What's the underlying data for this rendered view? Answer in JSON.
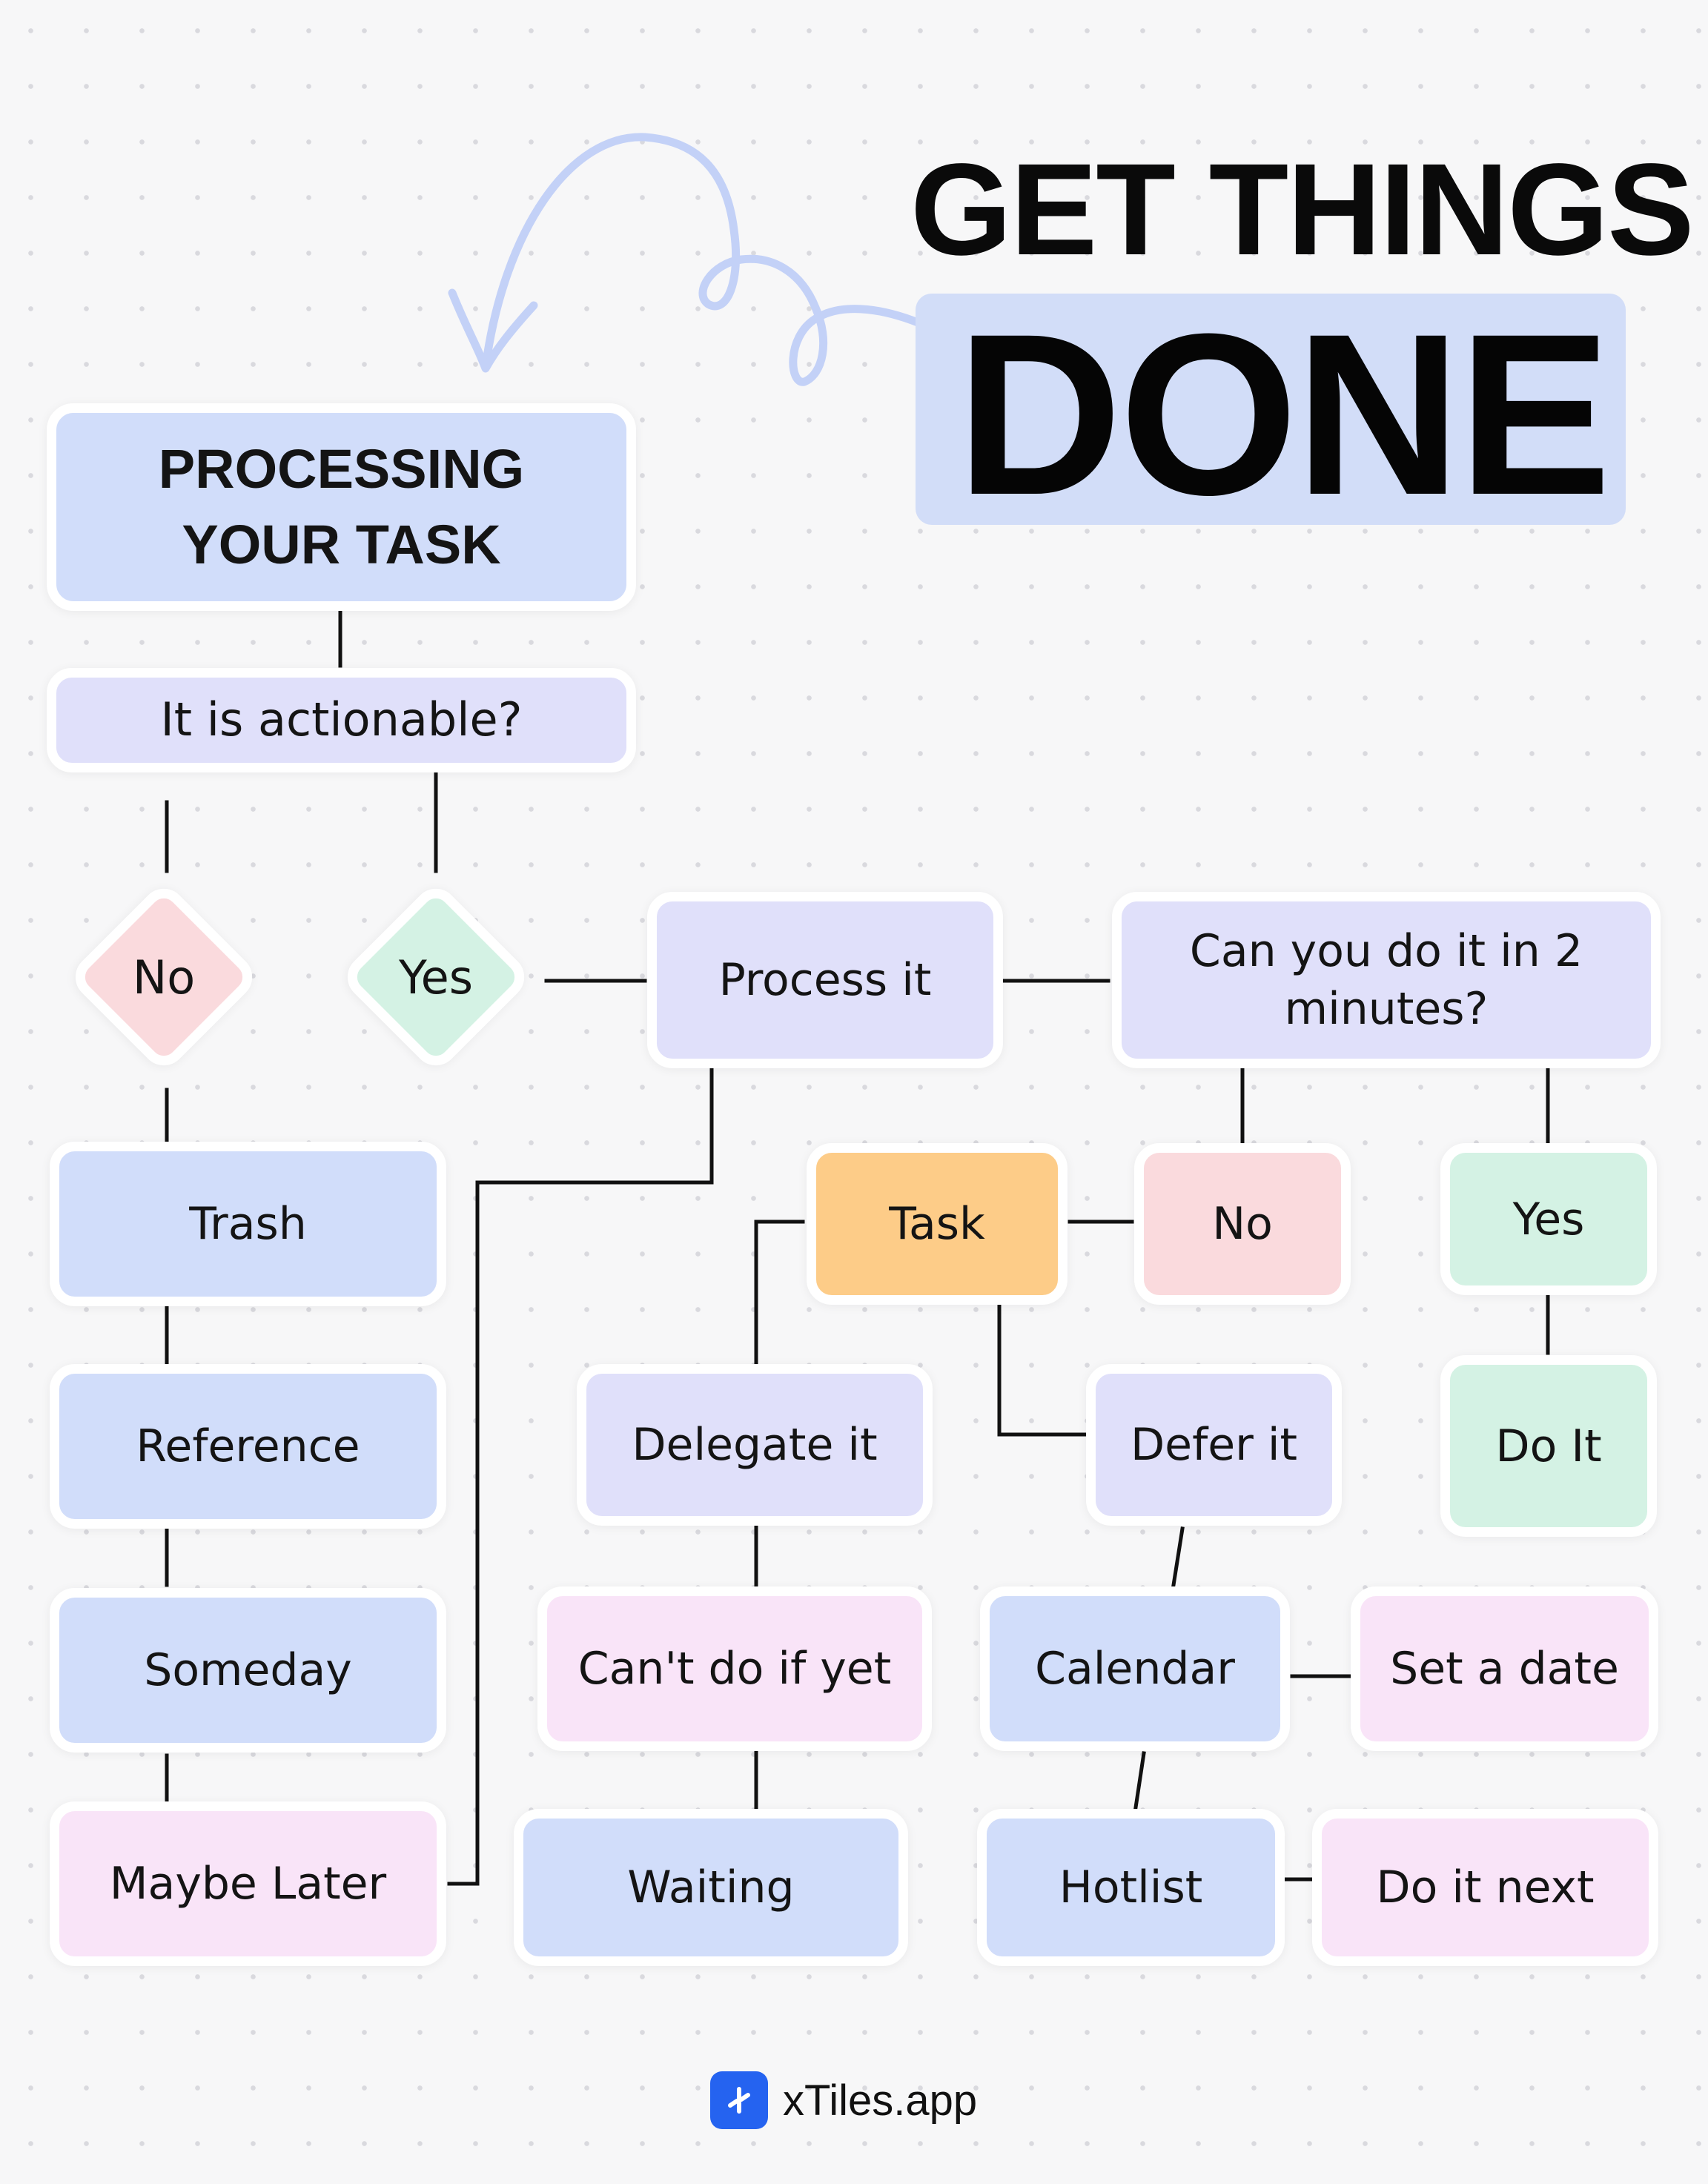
{
  "title": {
    "line1": "GET THINGS",
    "line2": "DONE"
  },
  "nodes": {
    "processing_task": "PROCESSING YOUR TASK",
    "actionable": "It is actionable?",
    "no_1": "No",
    "yes_1": "Yes",
    "process_it": "Process it",
    "two_minutes": "Can you do it in 2 minutes?",
    "trash": "Trash",
    "reference": "Reference",
    "someday": "Someday",
    "maybe_later": "Maybe Later",
    "task": "Task",
    "no_2": "No",
    "yes_2": "Yes",
    "delegate_it": "Delegate it",
    "defer_it": "Defer it",
    "do_it": "Do It",
    "cant_do_yet": "Can't do if yet",
    "calendar": "Calendar",
    "set_a_date": "Set a date",
    "waiting": "Waiting",
    "hotlist": "Hotlist",
    "do_it_next": "Do it next"
  },
  "footer": {
    "brand": "xTiles.app",
    "logo_icon": "xtiles-logo-icon"
  },
  "decoration": {
    "arrow_icon": "curly-arrow-icon"
  },
  "colors": {
    "blue": "#d1ddfa",
    "lavender": "#e0e0fa",
    "pink": "#fadadd",
    "green": "#d4f2e4",
    "orange": "#fdcc88",
    "light_pink": "#f9e4f8",
    "accent": "#2563f0"
  }
}
